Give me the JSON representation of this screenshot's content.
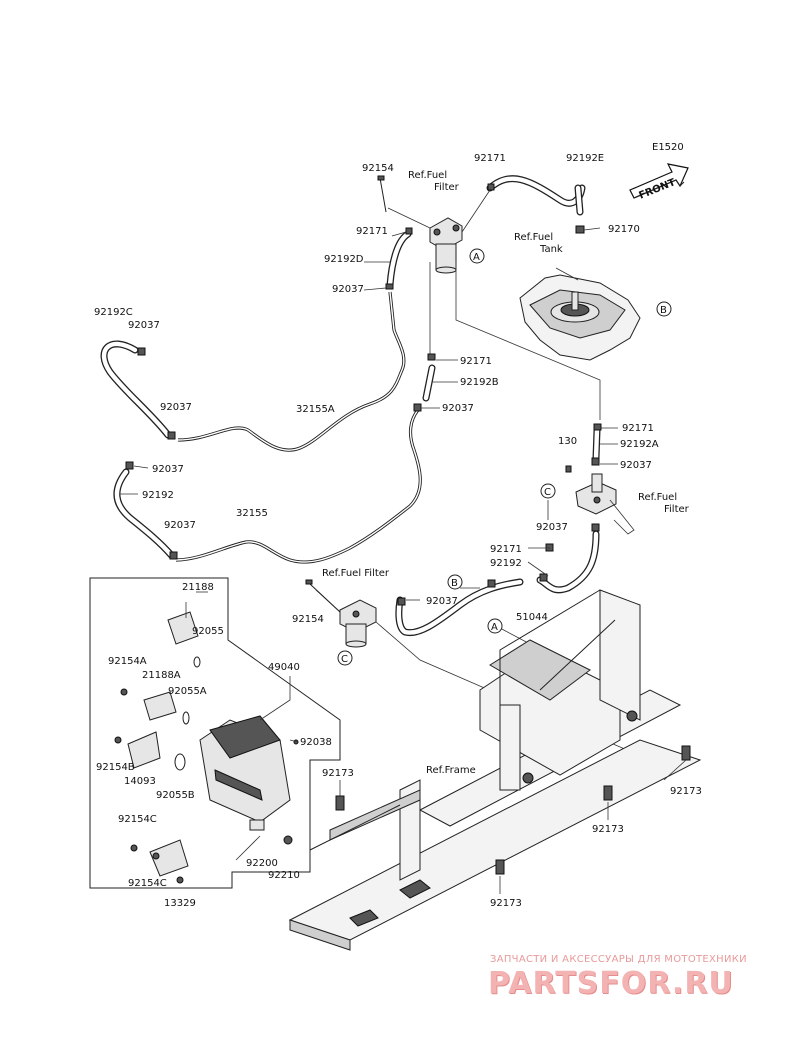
{
  "figure_code": "E1520",
  "front_label": "FRONT",
  "references": {
    "fuel_filter_top": [
      "Ref.Fuel",
      "Filter"
    ],
    "fuel_tank": [
      "Ref.Fuel",
      "Tank"
    ],
    "fuel_filter_right": [
      "Ref.Fuel",
      "Filter"
    ],
    "fuel_filter_mid": "Ref.Fuel Filter",
    "frame": "Ref.Frame"
  },
  "callouts": {
    "A1": "A",
    "A2": "A",
    "B1": "B",
    "B2": "B",
    "C1": "C",
    "C2": "C"
  },
  "parts": {
    "p92154_top": "92154",
    "p92171_top": "92171",
    "p92192E": "92192E",
    "p92171_left": "92171",
    "p92170": "92170",
    "p92192D": "92192D",
    "p92037_a": "92037",
    "p92171_mid": "92171",
    "p92192B": "92192B",
    "p92037_b": "92037",
    "p92192C": "92192C",
    "p92037_c": "92037",
    "p92037_d": "92037",
    "p32155A": "32155A",
    "p92171_r": "92171",
    "p130": "130",
    "p92192A": "92192A",
    "p92037_e": "92037",
    "p92037_f": "92037",
    "p92192": "92192",
    "p92037_g": "92037",
    "p32155": "32155",
    "p92037_h": "92037",
    "p92171_s": "92171",
    "p92192_r": "92192",
    "p92154_mid": "92154",
    "p92037_i": "92037",
    "p51044": "51044",
    "p21188": "21188",
    "p92055": "92055",
    "p49040": "49040",
    "p92154A": "92154A",
    "p21188A": "21188A",
    "p92055A": "92055A",
    "p92038": "92038",
    "p92154B": "92154B",
    "p14093": "14093",
    "p92055B": "92055B",
    "p92173_a": "92173",
    "p92154C_a": "92154C",
    "p92200": "92200",
    "p92210": "92210",
    "p92154C_b": "92154C",
    "p13329": "13329",
    "p92173_b": "92173",
    "p92173_c": "92173",
    "p92173_d": "92173"
  },
  "watermark": {
    "caption": "ЗАПЧАСТИ И АКСЕССУАРЫ ДЛЯ МОТОТЕХНИКИ",
    "logo": "PARTSFOR.RU"
  }
}
